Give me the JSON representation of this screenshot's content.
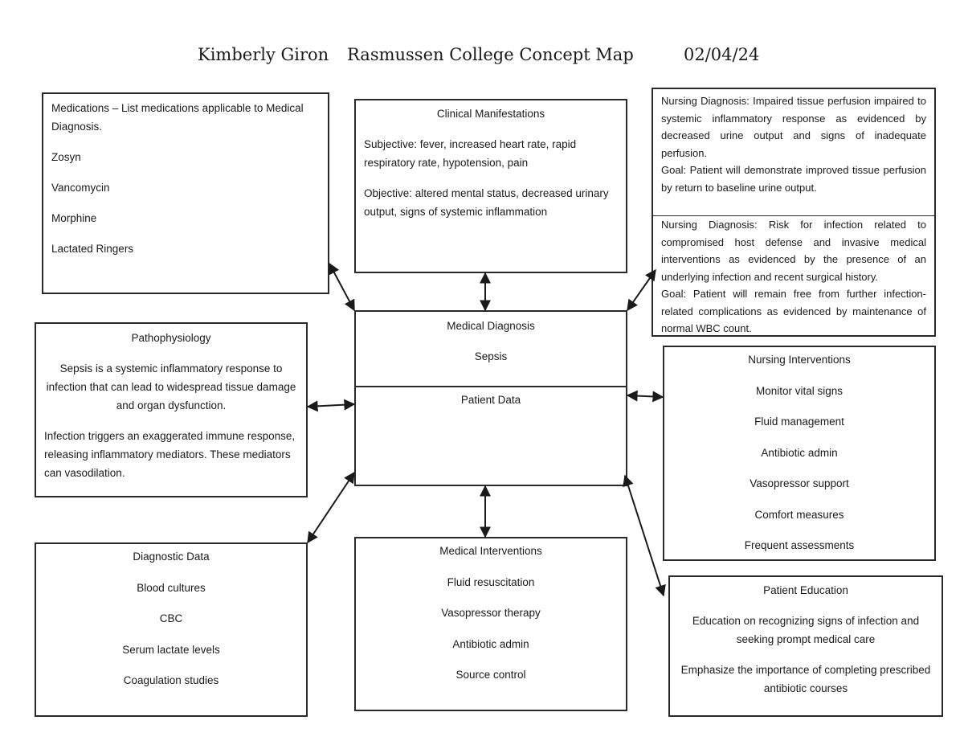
{
  "header": {
    "name": "Kimberly Giron",
    "title": "Rasmussen College Concept Map",
    "date": "02/04/24"
  },
  "medications": {
    "heading": "Medications – List medications applicable to Medical Diagnosis.",
    "items": [
      "Zosyn",
      "Vancomycin",
      "Morphine",
      "Lactated Ringers"
    ]
  },
  "clinical_manifestations": {
    "title": "Clinical Manifestations",
    "subjective": "Subjective:  fever, increased heart rate, rapid respiratory rate, hypotension, pain",
    "objective": "Objective: altered mental status, decreased urinary output, signs of systemic inflammation"
  },
  "nursing_diagnosis_1": {
    "diagnosis": "Nursing Diagnosis: Impaired tissue perfusion impaired to systemic inflammatory response as evidenced by decreased urine output and signs of inadequate perfusion.",
    "goal": "Goal: Patient will demonstrate improved tissue perfusion by return to baseline urine output."
  },
  "nursing_diagnosis_2": {
    "diagnosis": "Nursing Diagnosis: Risk for infection related to compromised host defense and invasive medical interventions as evidenced by the presence of an underlying infection and recent surgical history.",
    "goal": "Goal: Patient will remain free from further infection-related complications as evidenced by maintenance of normal WBC count."
  },
  "pathophysiology": {
    "title": "Pathophysiology",
    "para1": "Sepsis is a systemic inflammatory response to infection that can lead to widespread tissue damage and organ dysfunction.",
    "para2": "Infection triggers an exaggerated immune response, releasing inflammatory mediators. These mediators can vasodilation."
  },
  "medical_diagnosis": {
    "title": "Medical Diagnosis",
    "value": "Sepsis"
  },
  "patient_data": {
    "title": "Patient Data"
  },
  "nursing_interventions": {
    "title": "Nursing Interventions",
    "items": [
      "Monitor vital signs",
      "Fluid management",
      "Antibiotic admin",
      "Vasopressor support",
      "Comfort measures",
      "Frequent assessments"
    ]
  },
  "diagnostic_data": {
    "title": "Diagnostic Data",
    "items": [
      "Blood cultures",
      "CBC",
      "Serum lactate levels",
      "Coagulation studies"
    ]
  },
  "medical_interventions": {
    "title": "Medical Interventions",
    "items": [
      "Fluid resuscitation",
      "Vasopressor therapy",
      "Antibiotic admin",
      "Source control"
    ]
  },
  "patient_education": {
    "title": "Patient Education",
    "para1": "Education on recognizing signs of infection and seeking prompt medical care",
    "para2": "Emphasize the importance of completing prescribed antibiotic courses"
  }
}
